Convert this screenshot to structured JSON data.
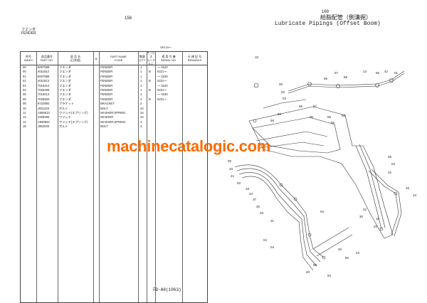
{
  "left_page": {
    "page_number": "158",
    "category_jp": "フエンダ",
    "category_en": "FENDER",
    "serial_note": "SR125～",
    "headers": {
      "index": "符号\nINDEX",
      "part_no": "部品番号\nPART NO.",
      "part_name_jp": "部 品 名\n(日本語)",
      "mark": "※",
      "part_name": "PART NAME\nCODE",
      "qty": "数量\nQ'TY",
      "sc": "サービス\nコード\nS.C",
      "serial": "適 用 号 機\nSERIAL NO.",
      "remarks": "仕 様 記 号\nREMARKS"
    },
    "rows": [
      {
        "idx": "00",
        "part": "6007588",
        "jp": "フエンダ",
        "name": "FENDER",
        "qty": "1",
        "sc": "",
        "serial": "～ 0220"
      },
      {
        "idx": "00",
        "part": "4011912",
        "jp": "フエンダ",
        "name": "FENDER",
        "qty": "1",
        "sc": "B",
        "serial": "0221～"
      },
      {
        "idx": "01",
        "part": "6007589",
        "jp": "フエンダ",
        "name": "FENDER",
        "qty": "1",
        "sc": "",
        "serial": "～ 0230"
      },
      {
        "idx": "01",
        "part": "4011913",
        "jp": "フエンダ",
        "name": "FENDER",
        "qty": "1",
        "sc": "B",
        "serial": "0231～"
      },
      {
        "idx": "04",
        "part": "7016212",
        "jp": "フエンダ",
        "name": "FENDER",
        "qty": "1",
        "sc": "",
        "serial": "～ 0220"
      },
      {
        "idx": "04",
        "part": "7026499",
        "jp": "フエンダ",
        "name": "FENDER",
        "qty": "1",
        "sc": "B",
        "serial": "0221～"
      },
      {
        "idx": "05",
        "part": "7016213",
        "jp": "フエンダ",
        "name": "FENDER",
        "qty": "1",
        "sc": "",
        "serial": "～ 0230"
      },
      {
        "idx": "05",
        "part": "7026500",
        "jp": "フエンダ",
        "name": "FENDER",
        "qty": "1",
        "sc": "B",
        "serial": "0231～"
      },
      {
        "idx": "06",
        "part": "9722993",
        "jp": "ブラケット",
        "name": "BRACKET",
        "qty": "2",
        "sc": "",
        "serial": ""
      },
      {
        "idx": "10",
        "part": "J931225",
        "jp": "ボルト",
        "name": "BOLT",
        "qty": "24",
        "sc": "",
        "serial": ""
      },
      {
        "idx": "11",
        "part": "A590913",
        "jp": "ワツシヤ(スプリング)",
        "name": "WASHER;SPRING",
        "qty": "24",
        "sc": "",
        "serial": ""
      },
      {
        "idx": "12",
        "part": "4469490",
        "jp": "ワツシヤ",
        "name": "WASHER",
        "qty": "24",
        "sc": "",
        "serial": ""
      },
      {
        "idx": "14",
        "part": "A590920",
        "jp": "ワツシヤ(スプリング)",
        "name": "WASHER;SPRING",
        "qty": "4",
        "sc": "",
        "serial": ""
      },
      {
        "idx": "15",
        "part": "J952030",
        "jp": "ボルト",
        "name": "BOLT",
        "qty": "4",
        "sc": "",
        "serial": ""
      }
    ],
    "footer_code": "FD-A8(1063)"
  },
  "right_page": {
    "page_number": "169",
    "title_jp": "給脂配管（側溝掘）",
    "title_en": "Lubricate Pipings (Offset Boom)",
    "callouts": [
      "10",
      "57",
      "56",
      "58",
      "13",
      "56",
      "42",
      "01",
      "05",
      "02",
      "03",
      "55",
      "57",
      "05",
      "55",
      "55",
      "55",
      "58",
      "55",
      "00",
      "33",
      "41",
      "03",
      "18",
      "23",
      "37",
      "30",
      "20",
      "31",
      "05",
      "04",
      "15",
      "16",
      "24",
      "22",
      "30",
      "18",
      "20",
      "56",
      "40",
      "52",
      "40",
      "50",
      "43",
      "54",
      "04",
      "04"
    ]
  },
  "watermark": "machinecatalogic.com",
  "colors": {
    "watermark": "#ff6a00",
    "ink": "#222222"
  }
}
